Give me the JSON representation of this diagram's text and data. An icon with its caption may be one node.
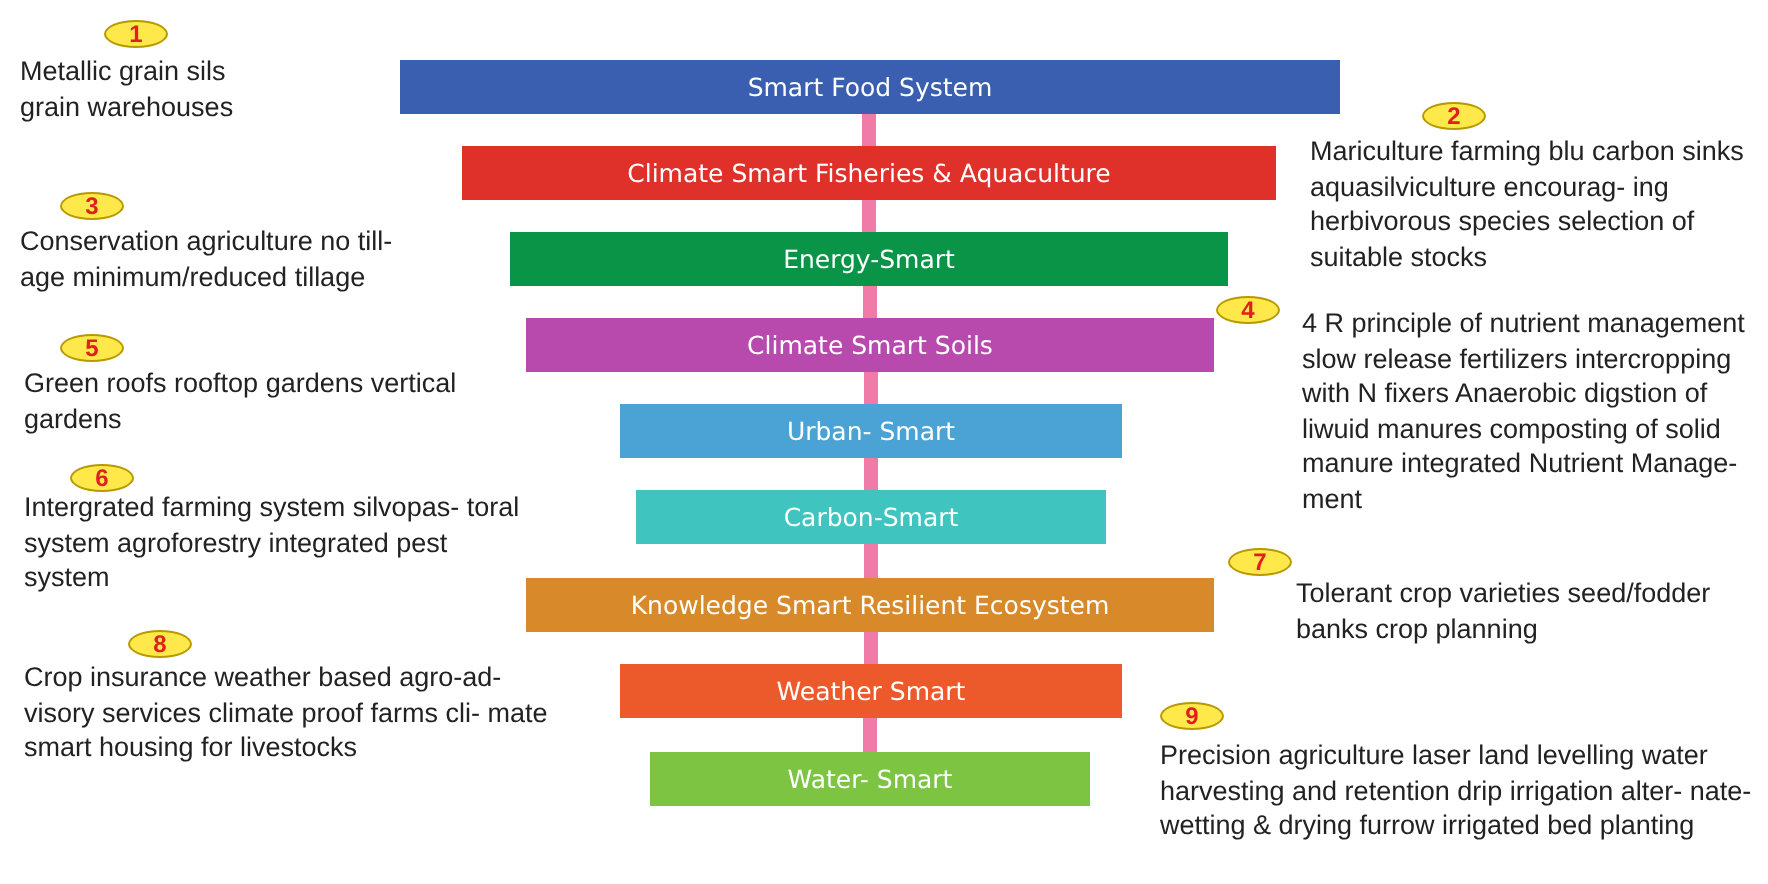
{
  "diagram": {
    "nodes": [
      {
        "text": [
          "Smart Food System"
        ]
      },
      {
        "text": [
          "Climate Smart Fisheries & Aquaculture"
        ]
      },
      {
        "text": [
          "Energy-Smart"
        ]
      },
      {
        "text": [
          "Climate Smart Soils"
        ]
      },
      {
        "text": [
          "Urban- Smart"
        ]
      },
      {
        "text": [
          "Carbon-Smart"
        ]
      },
      {
        "text": [
          "Knowledge Smart Resilient Ecosystem"
        ]
      },
      {
        "text": [
          "Weather Smart"
        ]
      },
      {
        "text": [
          "Water- Smart"
        ]
      },
      {
        "text": [
          "1"
        ],
        "beside": [
          "Metallic grain sils grain warehouses"
        ]
      },
      {
        "text": [
          "2"
        ],
        "beside": [
          "Mariculture farming blu carbon sinks aquasilviculture encourag- ing herbivorous species selection of suitable stocks"
        ]
      },
      {
        "text": [
          "3"
        ],
        "beside": [
          "Conservation agriculture no till- age minimum/reduced tillage"
        ]
      },
      {
        "text": [
          "4"
        ],
        "beside": [
          "4 R principle of nutrient management slow release fertilizers intercropping with N fixers Anaerobic digstion of liwuid manures composting of solid manure integrated Nutrient Manage- ment"
        ]
      },
      {
        "text": [
          "5"
        ],
        "beside": [
          "Green roofs rooftop gardens vertical gardens"
        ]
      },
      {
        "text": [
          "6"
        ],
        "beside": [
          "Intergrated farming system silvopas- toral system agroforestry integrated pest system"
        ]
      },
      {
        "text": [
          "7"
        ],
        "beside": [
          "Tolerant crop varieties seed/fodder banks crop planning"
        ]
      },
      {
        "text": [
          "8"
        ],
        "beside": [
          "Crop insurance weather based agro-ad- visory services climate proof farms cli- mate smart housing for livestocks"
        ]
      },
      {
        "text": [
          "9"
        ],
        "beside": [
          "Precision agriculture laser land levelling water harvesting and retention drip irrigation alter- nate-wetting & drying furrow irrigated bed planting"
        ]
      }
    ],
    "edges": [
      {
        "from": 0,
        "to": 1,
        "arrow": "none",
        "color": "#f07aa8"
      },
      {
        "from": 1,
        "to": 2,
        "arrow": "none",
        "color": "#f07aa8"
      },
      {
        "from": 2,
        "to": 3,
        "arrow": "none",
        "color": "#f07aa8"
      },
      {
        "from": 3,
        "to": 4,
        "arrow": "none",
        "color": "#f07aa8"
      },
      {
        "from": 4,
        "to": 5,
        "arrow": "none",
        "color": "#f07aa8"
      },
      {
        "from": 5,
        "to": 6,
        "arrow": "none",
        "color": "#f07aa8"
      },
      {
        "from": 6,
        "to": 7,
        "arrow": "none",
        "color": "#f07aa8"
      },
      {
        "from": 7,
        "to": 8,
        "arrow": "none",
        "color": "#f07aa8"
      }
    ]
  }
}
